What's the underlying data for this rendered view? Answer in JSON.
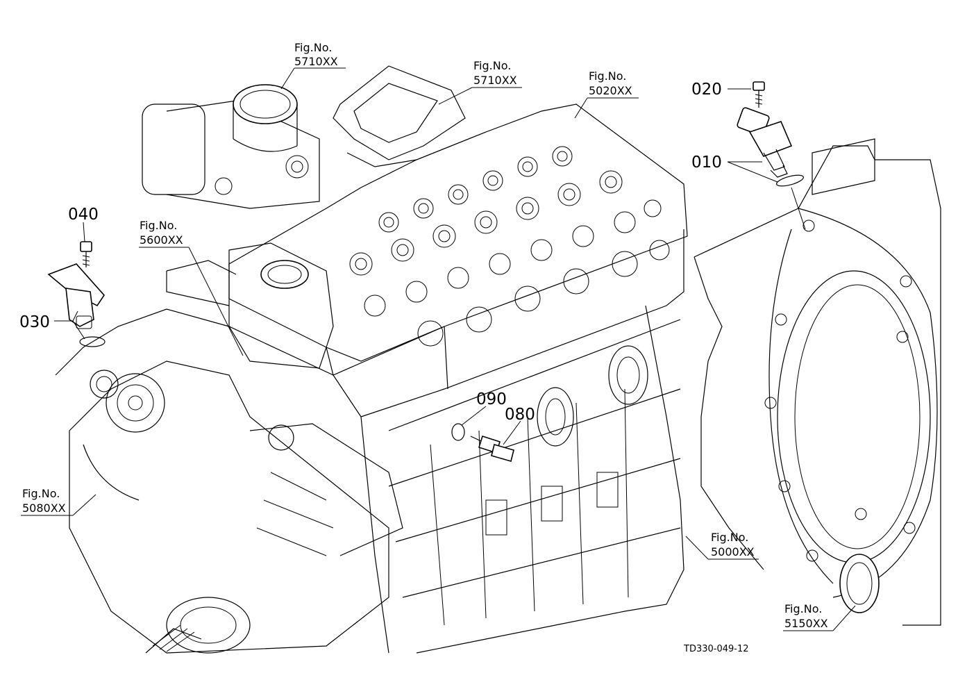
{
  "figure": {
    "drawing_code": "TD330-049-12",
    "part_labels": {
      "p010": "010",
      "p020": "020",
      "p030": "030",
      "p040": "040",
      "p080": "080",
      "p090": "090"
    },
    "fig_refs": {
      "r5710a": {
        "title": "Fig.No.",
        "num": "5710XX"
      },
      "r5710b": {
        "title": "Fig.No.",
        "num": "5710XX"
      },
      "r5020": {
        "title": "Fig.No.",
        "num": "5020XX"
      },
      "r5600": {
        "title": "Fig.No.",
        "num": "5600XX"
      },
      "r5080": {
        "title": "Fig.No.",
        "num": "5080XX"
      },
      "r5000": {
        "title": "Fig.No.",
        "num": "5000XX"
      },
      "r5150": {
        "title": "Fig.No.",
        "num": "5150XX"
      }
    }
  }
}
